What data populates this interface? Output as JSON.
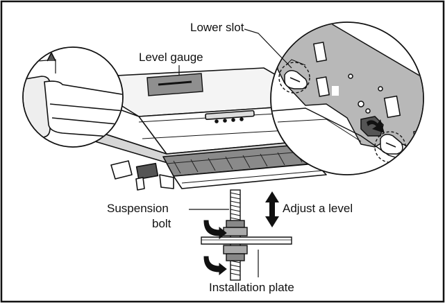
{
  "labels": {
    "lower_slot": "Lower slot",
    "level_gauge": "Level gauge",
    "suspension_bolt_line1": "Suspension",
    "suspension_bolt_line2": "bolt",
    "adjust_level": "Adjust a level",
    "installation_plate": "Installation plate"
  },
  "colors": {
    "line": "#111111",
    "panel_gray": "#b8b8b8",
    "shade": "#6e6e6e",
    "light": "#e4e4e4"
  },
  "icons": [
    "rotate-arrow-icon",
    "double-arrow-icon",
    "push-arrow-icon"
  ]
}
